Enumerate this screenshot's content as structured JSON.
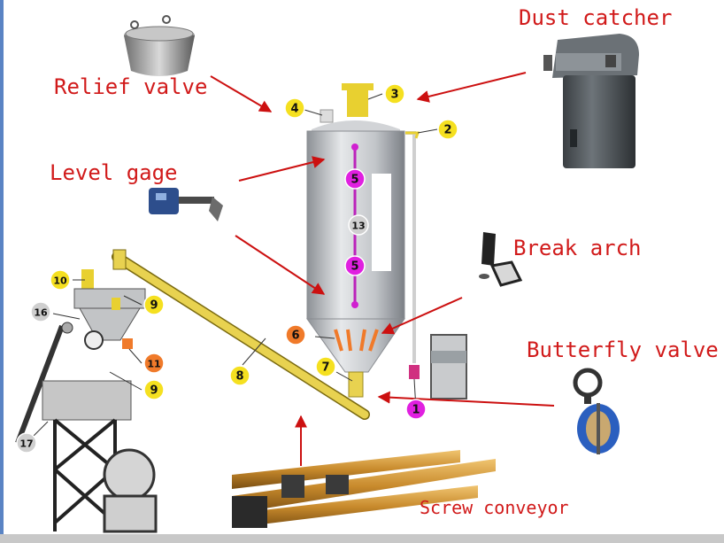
{
  "labels": {
    "relief_valve": "Relief valve",
    "dust_catcher": "Dust catcher",
    "level_gage": "Level gage",
    "break_arch": "Break arch",
    "butterfly_valve": "Butterfly valve",
    "screw_conveyor": "Screw conveyor"
  },
  "markers": [
    {
      "id": "1",
      "color": "#e020e0"
    },
    {
      "id": "2",
      "color": "#f5e020"
    },
    {
      "id": "3",
      "color": "#f5e020"
    },
    {
      "id": "4",
      "color": "#f5e020"
    },
    {
      "id": "5",
      "color": "#e020e0"
    },
    {
      "id": "5",
      "color": "#e020e0"
    },
    {
      "id": "6",
      "color": "#f07a2a"
    },
    {
      "id": "7",
      "color": "#f5e020"
    },
    {
      "id": "8",
      "color": "#f5e020"
    },
    {
      "id": "9",
      "color": "#f5e020"
    },
    {
      "id": "9",
      "color": "#f5e020"
    },
    {
      "id": "10",
      "color": "#f5e020"
    },
    {
      "id": "11",
      "color": "#f07a2a"
    },
    {
      "id": "13",
      "color": "#cfcfcf"
    },
    {
      "id": "16",
      "color": "#cfcfcf"
    },
    {
      "id": "17",
      "color": "#cfcfcf"
    }
  ],
  "colors": {
    "label_red": "#d11a1a",
    "arrow_red": "#cc1010",
    "silo_gray": "#b9bcc0",
    "pipe_yellow": "#e8d250"
  }
}
